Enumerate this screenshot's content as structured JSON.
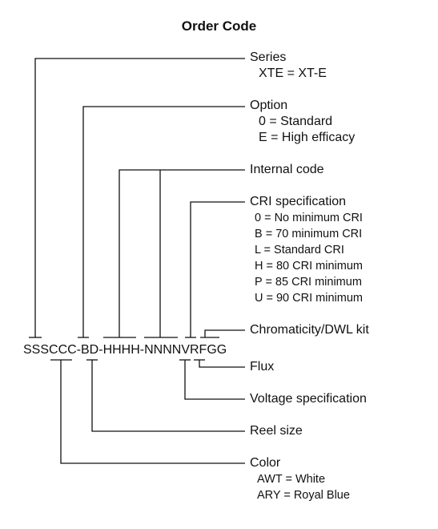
{
  "title": "Order Code",
  "code": "SSSCCC-BD-HHHH-NNNNVRFGG",
  "fields": {
    "series": {
      "label": "Series",
      "values": [
        "XTE = XT-E"
      ]
    },
    "option": {
      "label": "Option",
      "values": [
        "0 = Standard",
        "E = High efficacy"
      ]
    },
    "internal": {
      "label": "Internal code"
    },
    "cri": {
      "label": "CRI specification",
      "values": [
        "0 = No minimum CRI",
        "B = 70 minimum CRI",
        "L = Standard CRI",
        "H = 80 CRI minimum",
        "P = 85 CRI minimum",
        "U = 90 CRI minimum"
      ]
    },
    "chromaticity": {
      "label": "Chromaticity/DWL kit"
    },
    "flux": {
      "label": "Flux"
    },
    "voltage": {
      "label": "Voltage specification"
    },
    "reel": {
      "label": "Reel size"
    },
    "color": {
      "label": "Color",
      "values": [
        "AWT = White",
        "ARY = Royal Blue"
      ]
    }
  }
}
